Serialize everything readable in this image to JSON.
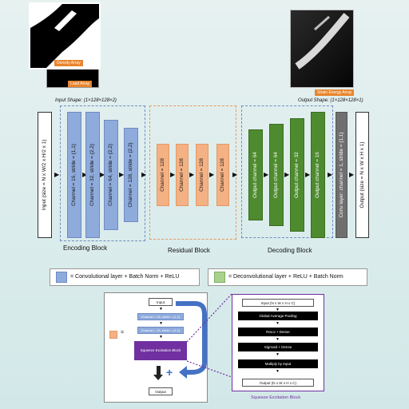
{
  "images": {
    "density_tag": "Density Array",
    "load_tag": "Load Array",
    "strain_tag": "Strain Energy Array"
  },
  "shapes": {
    "input": "Input Shape: (1×128×128×2)",
    "output": "Output Shape: (1×128×128×1)"
  },
  "network": {
    "input_box": "Input (size = N x W/2 x H/2 x 1)",
    "encoding": [
      "Channel = 16, stride = (1,1)",
      "Channel = 32, stride = (2,2)",
      "Channel = 64, stride = (2,2)",
      "Channel = 128, stride = (2,2)"
    ],
    "residual": [
      "Channel = 128",
      "Channel = 128",
      "Channel = 128",
      "Channel = 128"
    ],
    "decoding": [
      "Output channel = 64",
      "Output channel = 64",
      "Output channel = 32",
      "Output channel = 16"
    ],
    "conv_layer": "Conv layer: channel = 1, stride = (1,1)",
    "output_box": "Output (size = N x W x H x 1)",
    "encoding_label": "Encoding Block",
    "residual_label": "Residual Block",
    "decoding_label": "Decoding Block"
  },
  "legend": {
    "conv": "= Convolutional layer + Batch Norm + ReLU",
    "deconv": "= Deconvolutional layer + ReLU + Batch Norm"
  },
  "residual_detail": {
    "input": "Input",
    "conv1": "Channel = 16, stride = (1,1)",
    "conv2": "Channel = 16, stride = (1,1)",
    "se_block": "Squeeze Excitation Block",
    "plus": "+",
    "output": "Output",
    "equals": "="
  },
  "se_detail": {
    "input": "Input (N x W x H x C)",
    "steps": [
      "Global Average Pooling",
      "ReLU + Dense",
      "Sigmoid + Dense",
      "Multiply by Input"
    ],
    "output": "Output (N x W x H x C)",
    "title": "Squeeze Excitation Block"
  },
  "colors": {
    "conv_blue": "#8fabdc",
    "residual_orange": "#f4b184",
    "deconv_green": "#4e8b2f",
    "se_purple": "#7030a0",
    "background": "#d9ecec"
  }
}
